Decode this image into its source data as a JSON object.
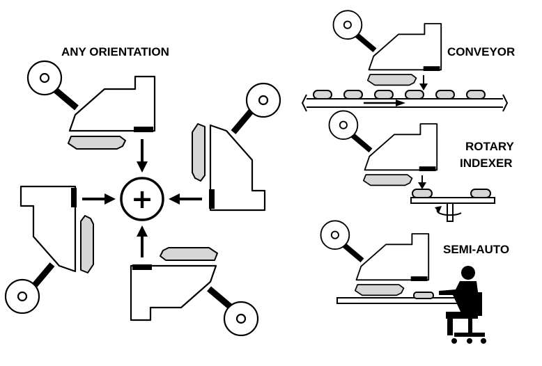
{
  "labels": {
    "any_orientation": "ANY ORIENTATION",
    "conveyor": "CONVEYOR",
    "rotary_line1": "ROTARY",
    "rotary_line2": "INDEXER",
    "semi_auto": "SEMI-AUTO"
  },
  "center_symbol": "+",
  "colors": {
    "ink": "#000000",
    "label_fill": "#d6d6d6",
    "background": "#ffffff"
  }
}
